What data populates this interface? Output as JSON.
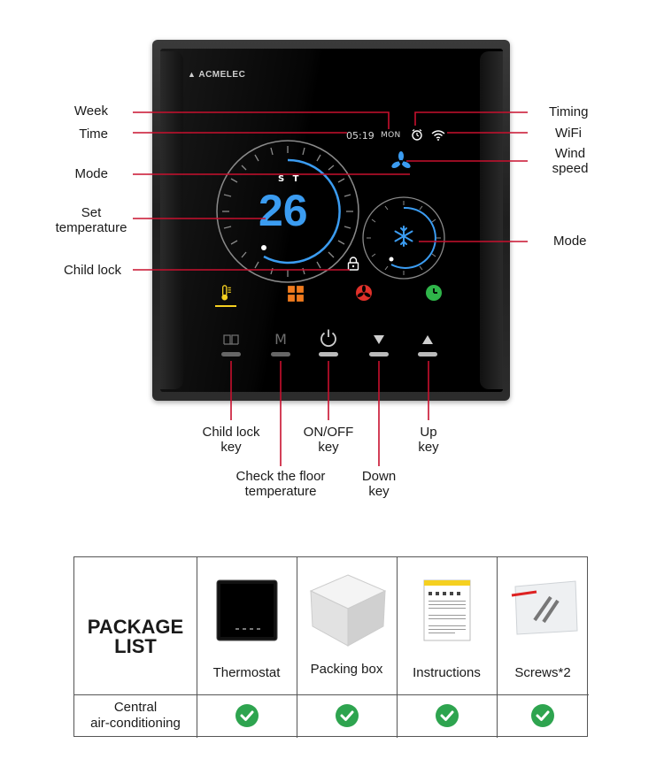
{
  "device": {
    "brand": "ACMELEC",
    "time": "05:19",
    "week": "MON",
    "mode_text": "S T",
    "set_temperature": "26",
    "soft_keys": [
      "⊓⊓",
      "M"
    ]
  },
  "callouts": {
    "week": "Week",
    "time": "Time",
    "mode_left": "Mode",
    "set_temp_line1": "Set",
    "set_temp_line2": "temperature",
    "child_lock": "Child lock",
    "timing": "Timing",
    "wifi": "WiFi",
    "wind_line1": "Wind",
    "wind_line2": "speed",
    "mode_right": "Mode",
    "child_lock_key_line1": "Child lock",
    "child_lock_key_line2": "key",
    "floor_line1": "Check the floor",
    "floor_line2": "temperature",
    "onoff_line1": "ON/OFF",
    "onoff_line2": "key",
    "down_line1": "Down",
    "down_line2": "key",
    "up_line1": "Up",
    "up_line2": "key"
  },
  "package": {
    "title_line1": "PACKAGE",
    "title_line2": "LIST",
    "items": [
      "Thermostat",
      "Packing box",
      "Instructions",
      "Screws*2"
    ],
    "row_label_line1": "Central",
    "row_label_line2": "air-conditioning",
    "check_color": "#2ea44f"
  },
  "colors": {
    "callout_line": "#c8102e",
    "temperature_blue": "#3b9cf1",
    "heat_yellow": "#f5d020",
    "menu_orange": "#f07b1e",
    "fan_red": "#e0312a",
    "timer_green": "#2fb54a"
  }
}
